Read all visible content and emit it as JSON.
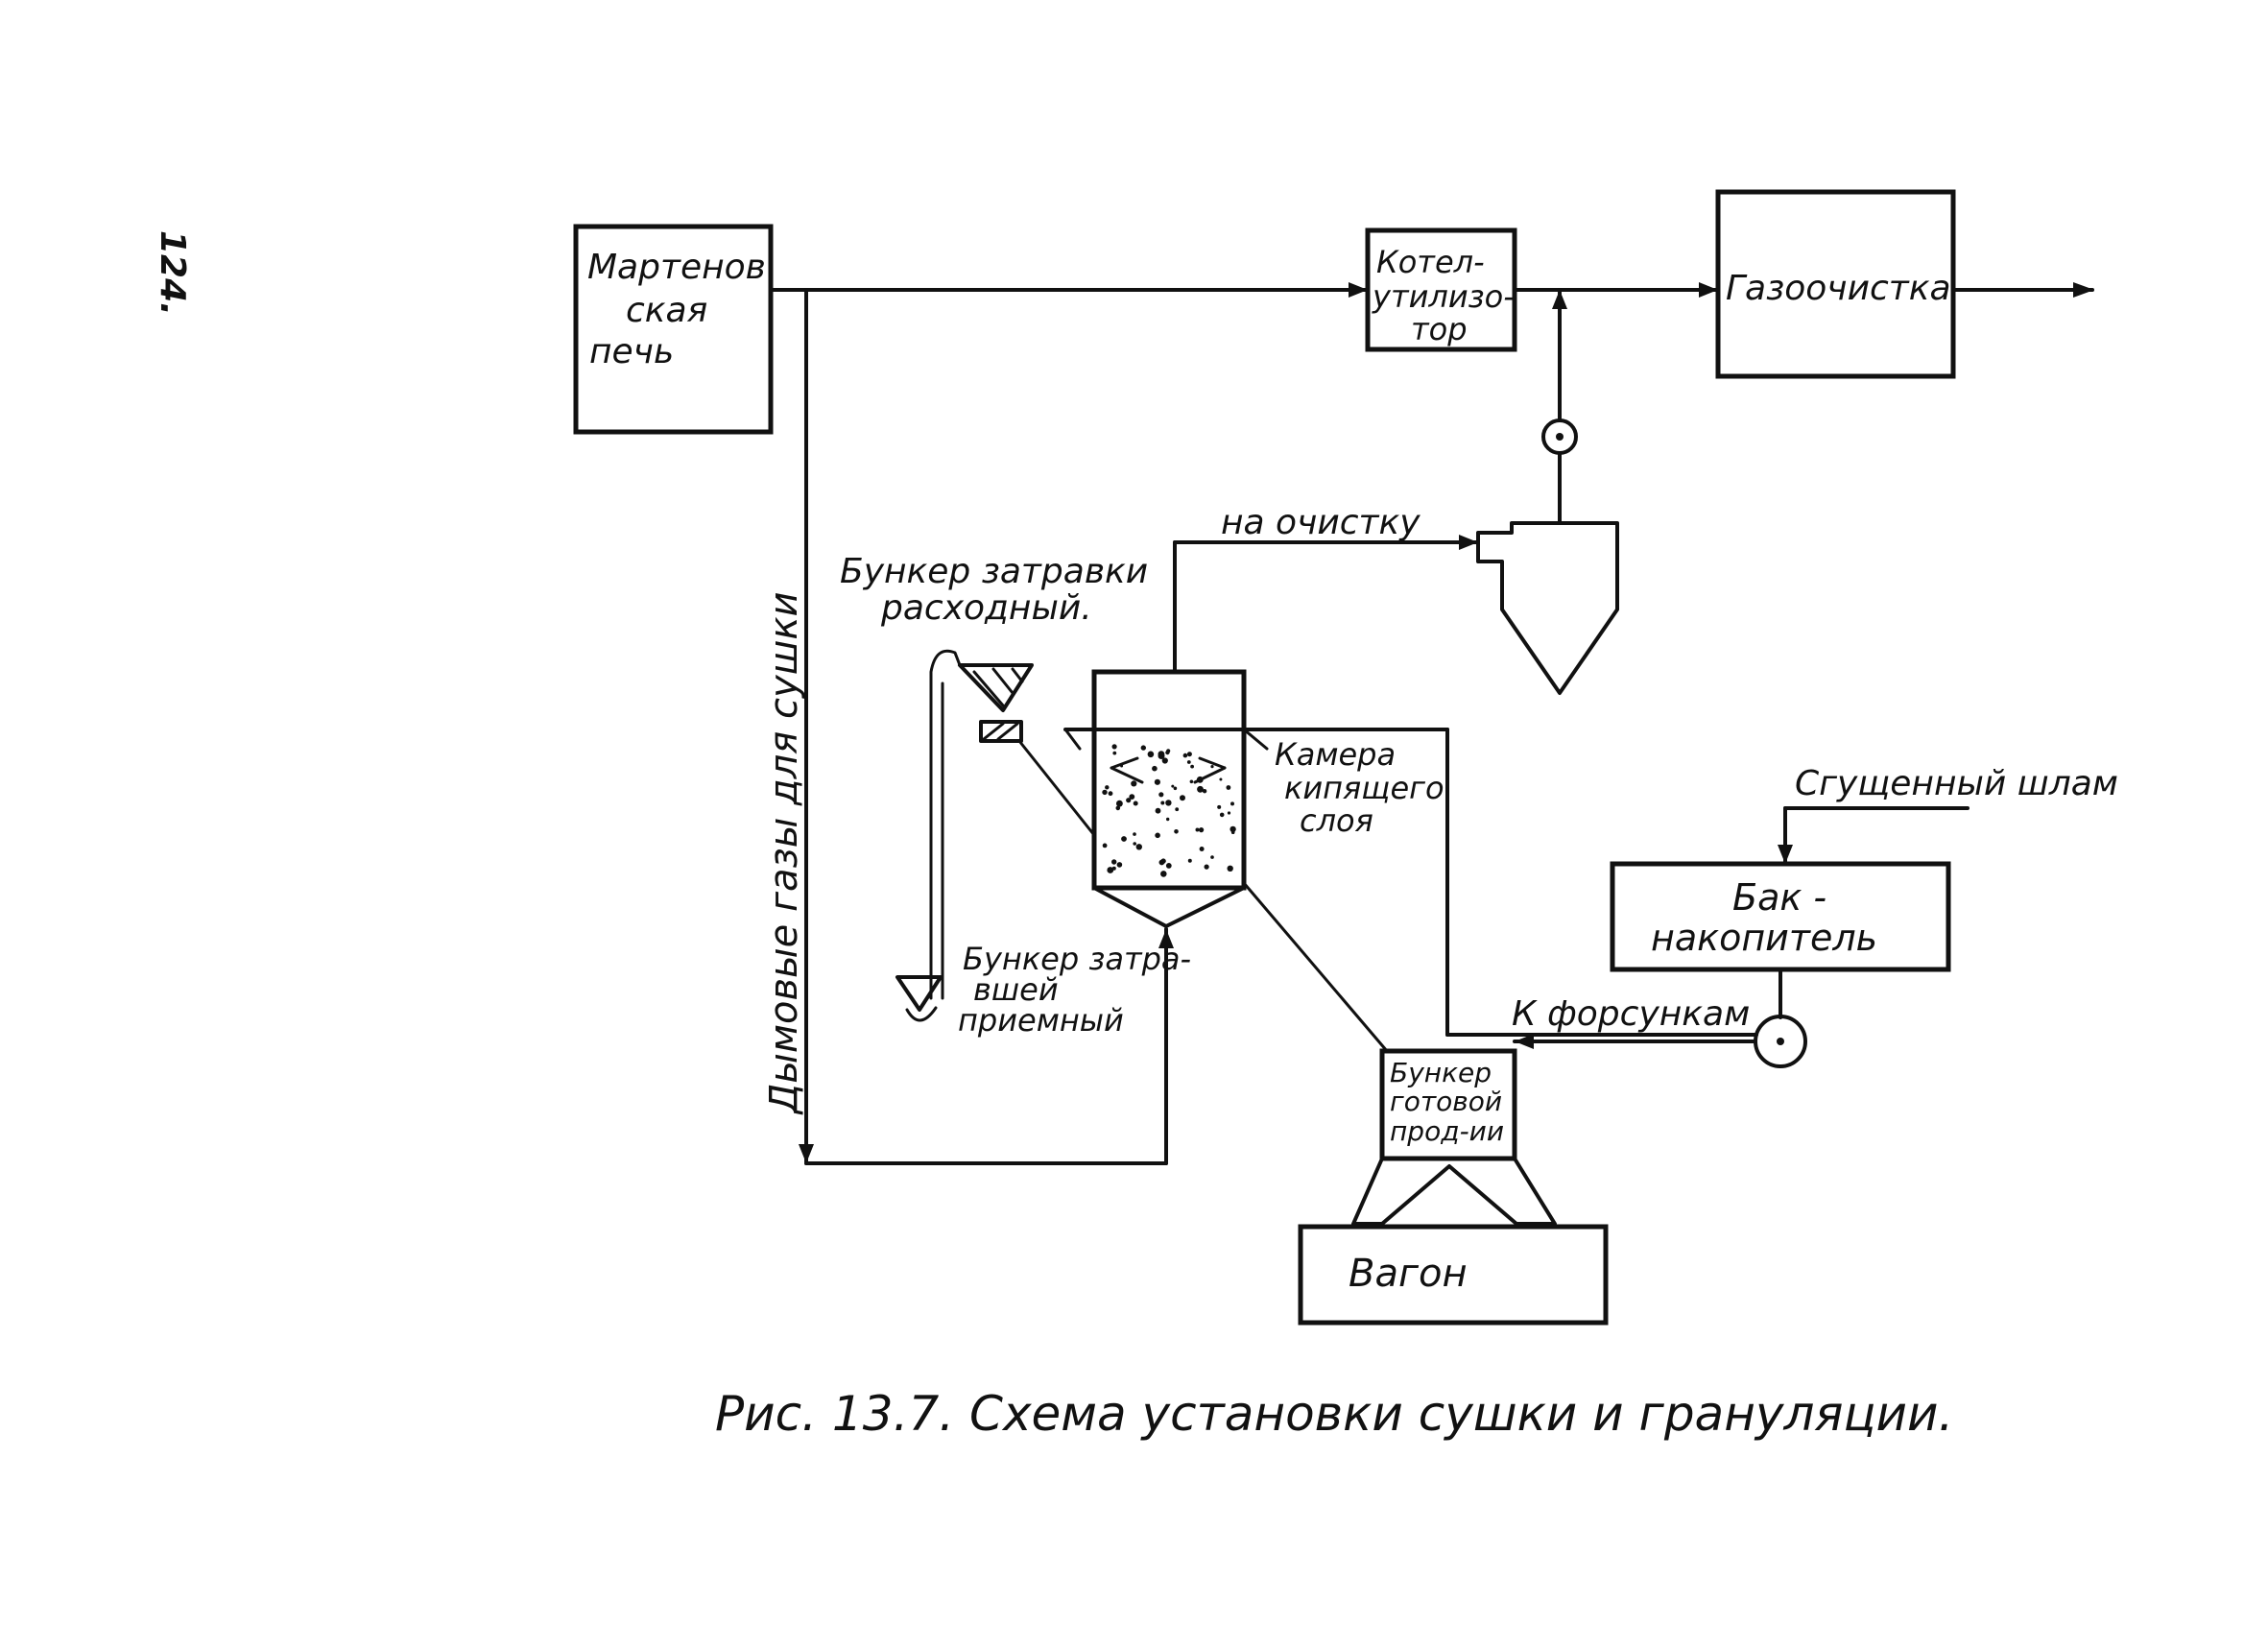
{
  "page_number": "124.",
  "caption": "Рис. 13.7. Схема установки сушки и грануляции.",
  "boxes": {
    "furnace": [
      "Мартенов",
      "ская",
      "печь"
    ],
    "boiler": [
      "Котел-",
      "утилизо-",
      "тор"
    ],
    "gas_cleaning": "Газоочистка",
    "tank": [
      "Бак -",
      "накопитель"
    ],
    "wagon": "Вагон"
  },
  "labels": {
    "flue_gases": "Дымовые газы для сушки",
    "to_cleaning": "на очистку",
    "hopper_consumable": [
      "Бункер затравки",
      "расходный."
    ],
    "chamber": [
      "Камера",
      "кипящего",
      "слоя"
    ],
    "condensed_sludge": "Сгущенный шлам",
    "to_nozzles": "К форсункам",
    "hopper_receiving": [
      "Бункер затра-",
      "вшей",
      "приемный"
    ],
    "hopper_product": [
      "Бункер",
      "готовой",
      "прод-ии"
    ]
  }
}
